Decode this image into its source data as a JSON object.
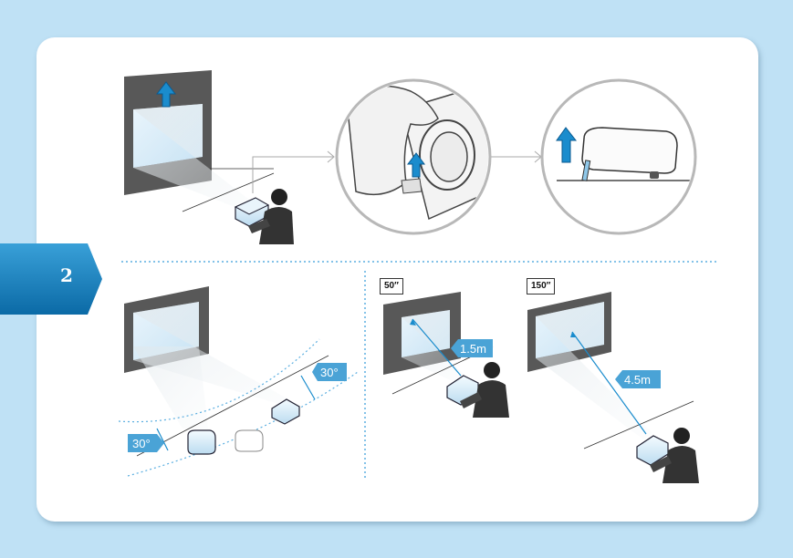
{
  "step": {
    "number": "2"
  },
  "panels": {
    "screen_50": {
      "size_label": "50″",
      "distance_label": "1.5m"
    },
    "screen_150": {
      "size_label": "150″",
      "distance_label": "4.5m"
    },
    "angles": {
      "left_label": "30°",
      "right_label": "30°"
    }
  },
  "icons": [
    "arrow-up-icon",
    "projector-icon",
    "person-icon",
    "foot-lever-icon"
  ],
  "colors": {
    "accent": "#1a8ccd",
    "tab": "#0f78b4",
    "background": "#bfe1f5",
    "label_fill": "#4aa3d6"
  }
}
